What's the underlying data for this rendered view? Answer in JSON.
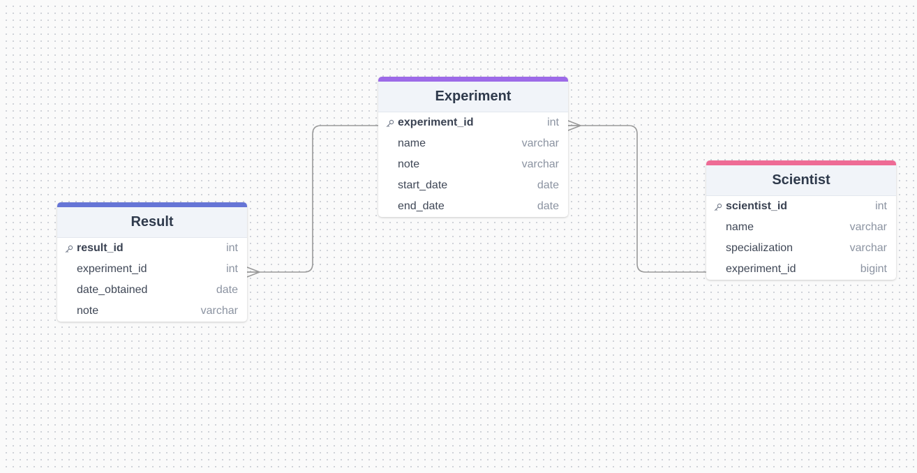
{
  "diagram": {
    "tables": [
      {
        "id": "result",
        "name": "Result",
        "accent_color": "#6675d6",
        "fields": [
          {
            "name": "result_id",
            "type": "int",
            "primary_key": true
          },
          {
            "name": "experiment_id",
            "type": "int",
            "primary_key": false
          },
          {
            "name": "date_obtained",
            "type": "date",
            "primary_key": false
          },
          {
            "name": "note",
            "type": "varchar",
            "primary_key": false
          }
        ]
      },
      {
        "id": "experiment",
        "name": "Experiment",
        "accent_color": "#9d6ae8",
        "fields": [
          {
            "name": "experiment_id",
            "type": "int",
            "primary_key": true
          },
          {
            "name": "name",
            "type": "varchar",
            "primary_key": false
          },
          {
            "name": "note",
            "type": "varchar",
            "primary_key": false
          },
          {
            "name": "start_date",
            "type": "date",
            "primary_key": false
          },
          {
            "name": "end_date",
            "type": "date",
            "primary_key": false
          }
        ]
      },
      {
        "id": "scientist",
        "name": "Scientist",
        "accent_color": "#ee6b95",
        "fields": [
          {
            "name": "scientist_id",
            "type": "int",
            "primary_key": true
          },
          {
            "name": "name",
            "type": "varchar",
            "primary_key": false
          },
          {
            "name": "specialization",
            "type": "varchar",
            "primary_key": false
          },
          {
            "name": "experiment_id",
            "type": "bigint",
            "primary_key": false
          }
        ]
      }
    ],
    "relationships": [
      {
        "from_table": "experiment",
        "from_field": "experiment_id",
        "to_table": "result",
        "to_field": "experiment_id",
        "many_end": "result"
      },
      {
        "from_table": "scientist",
        "from_field": "experiment_id",
        "to_table": "experiment",
        "to_field": "experiment_id",
        "many_end": "experiment"
      }
    ],
    "icons": {
      "primary_key": "key-icon"
    },
    "colors": {
      "edge": "#999999",
      "header_bg": "#f1f4f9",
      "canvas_bg": "#fafafa",
      "grid_dot": "#c4c8cf"
    }
  }
}
